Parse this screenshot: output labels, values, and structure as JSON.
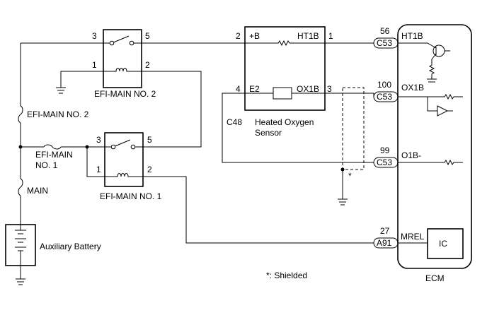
{
  "ecm": {
    "label": "ECM",
    "ic_label": "IC"
  },
  "sensor": {
    "connector": "C48",
    "name_line1": "Heated Oxygen",
    "name_line2": "Sensor",
    "pin_b": "+B",
    "pin_ht": "HT1B",
    "pin_e2": "E2",
    "pin_ox": "OX1B",
    "num_2": "2",
    "num_1": "1",
    "num_4": "4",
    "num_3": "3"
  },
  "relay2": {
    "label": "EFI-MAIN NO. 2",
    "pin_3": "3",
    "pin_5": "5",
    "pin_1": "1",
    "pin_2": "2"
  },
  "relay1": {
    "label": "EFI-MAIN NO. 1",
    "pin_3": "3",
    "pin_5": "5",
    "pin_1": "1",
    "pin_2": "2"
  },
  "fuses": {
    "efi_main2": "EFI-MAIN NO. 2",
    "efi_main1_l1": "EFI-MAIN",
    "efi_main1_l2": "NO. 1",
    "main": "MAIN"
  },
  "battery": {
    "label": "Auxiliary Battery"
  },
  "ecm_pins": [
    {
      "num": "56",
      "conn": "C53",
      "name": "HT1B"
    },
    {
      "num": "100",
      "conn": "C53",
      "name": "OX1B"
    },
    {
      "num": "99",
      "conn": "C53",
      "name": "O1B-"
    },
    {
      "num": "27",
      "conn": "A91",
      "name": "MREL"
    }
  ],
  "notes": {
    "shield_mark": "*",
    "shielded": "*: Shielded"
  }
}
